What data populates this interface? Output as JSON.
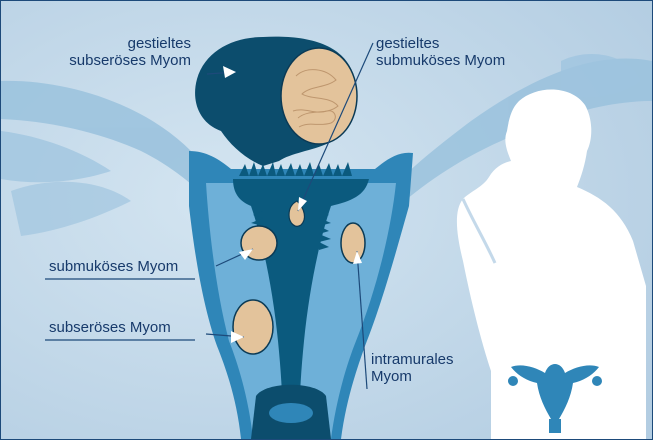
{
  "labels": {
    "pedunculated_subserous": {
      "line1": "gestieltes",
      "line2": "subseröses Myom"
    },
    "pedunculated_submucous": {
      "line1": "gestieltes",
      "line2": "submuköses Myom"
    },
    "submucous": "submuköses Myom",
    "subserous": "subseröses Myom",
    "intramural": {
      "line1": "intramurales",
      "line2": "Myom"
    }
  },
  "colors": {
    "background": "#c4d9ea",
    "uterus_wall": "#2f86b8",
    "uterus_inner": "#6eb0d8",
    "endometrium": "#0b5a7e",
    "dark_myoma": "#0c4d6d",
    "myoma_tan": "#e3c39b",
    "silhouette": "#ffffff",
    "label_text": "#173a6b"
  }
}
